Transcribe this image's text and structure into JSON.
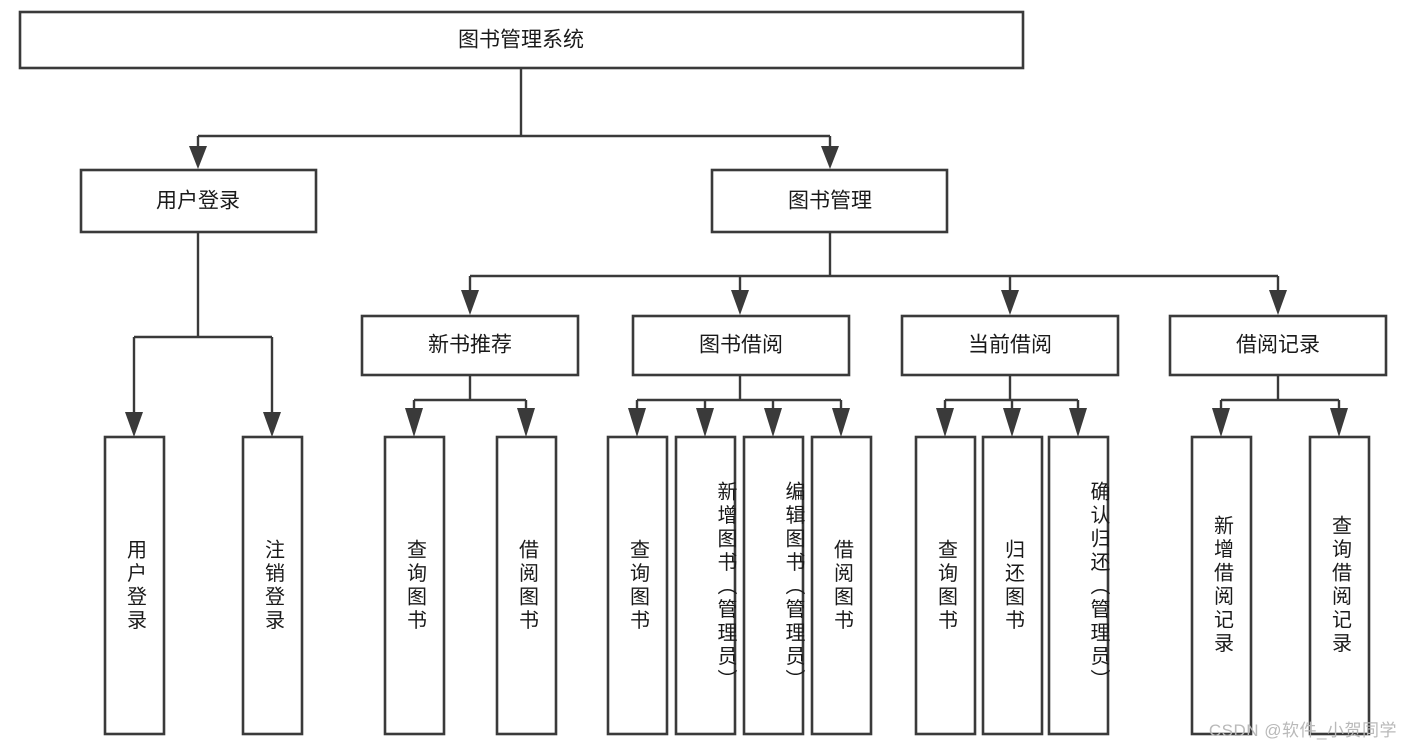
{
  "diagram": {
    "title": "图书管理系统",
    "type": "tree",
    "root": {
      "id": "root",
      "label": "图书管理系统",
      "orientation": "horizontal"
    },
    "level2": [
      {
        "id": "user-login",
        "label": "用户登录",
        "orientation": "horizontal"
      },
      {
        "id": "book-management",
        "label": "图书管理",
        "orientation": "horizontal"
      }
    ],
    "level3": [
      {
        "id": "new-book-recommend",
        "label": "新书推荐",
        "orientation": "horizontal",
        "parent": "book-management"
      },
      {
        "id": "book-borrow",
        "label": "图书借阅",
        "orientation": "horizontal",
        "parent": "book-management"
      },
      {
        "id": "current-borrow",
        "label": "当前借阅",
        "orientation": "horizontal",
        "parent": "book-management"
      },
      {
        "id": "borrow-record",
        "label": "借阅记录",
        "orientation": "horizontal",
        "parent": "book-management"
      }
    ],
    "leaves": [
      {
        "id": "leaf-user-login",
        "label": "用户登录",
        "orientation": "vertical",
        "parent": "user-login"
      },
      {
        "id": "leaf-user-logout",
        "label": "注销登录",
        "orientation": "vertical",
        "parent": "user-login"
      },
      {
        "id": "leaf-query-book-1",
        "label": "查询图书",
        "orientation": "vertical",
        "parent": "new-book-recommend"
      },
      {
        "id": "leaf-borrow-book-1",
        "label": "借阅图书",
        "orientation": "vertical",
        "parent": "new-book-recommend"
      },
      {
        "id": "leaf-query-book-2",
        "label": "查询图书",
        "orientation": "vertical",
        "parent": "book-borrow"
      },
      {
        "id": "leaf-add-book",
        "label": "新增图书（管理员）",
        "orientation": "vertical",
        "parent": "book-borrow"
      },
      {
        "id": "leaf-edit-book",
        "label": "编辑图书（管理员）",
        "orientation": "vertical",
        "parent": "book-borrow"
      },
      {
        "id": "leaf-borrow-book-2",
        "label": "借阅图书",
        "orientation": "vertical",
        "parent": "book-borrow"
      },
      {
        "id": "leaf-query-book-3",
        "label": "查询图书",
        "orientation": "vertical",
        "parent": "current-borrow"
      },
      {
        "id": "leaf-return-book",
        "label": "归还图书",
        "orientation": "vertical",
        "parent": "current-borrow"
      },
      {
        "id": "leaf-confirm-return",
        "label": "确认归还（管理员）",
        "orientation": "vertical",
        "parent": "current-borrow"
      },
      {
        "id": "leaf-add-record",
        "label": "新增借阅记录",
        "orientation": "vertical",
        "parent": "borrow-record"
      },
      {
        "id": "leaf-query-record",
        "label": "查询借阅记录",
        "orientation": "vertical",
        "parent": "borrow-record"
      }
    ]
  },
  "watermark": {
    "text": "CSDN @软件_小贺同学"
  },
  "colors": {
    "box_stroke": "#3a3a3a",
    "box_fill": "#ffffff",
    "text": "#1a1a1a",
    "background": "#ffffff",
    "watermark": "#b9b9b9"
  }
}
